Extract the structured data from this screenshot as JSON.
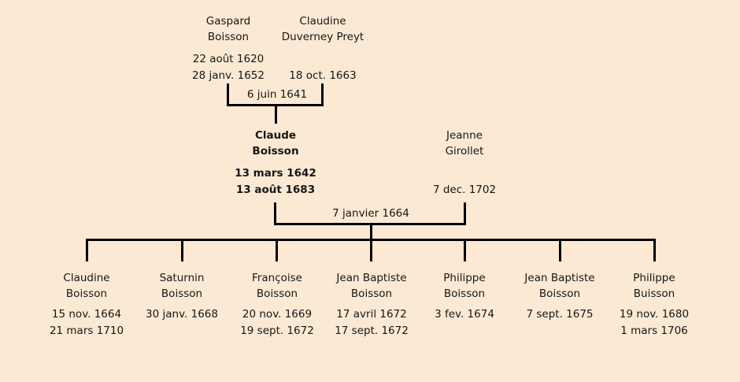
{
  "canvas": {
    "background_color": "#FBE9D4",
    "line_color": "#000000",
    "text_color": "#161616"
  },
  "persons": {
    "gaspard": {
      "name": [
        "Gaspard",
        "Boisson"
      ],
      "dates": [
        "22 août 1620",
        "28 janv. 1652"
      ]
    },
    "claudine_duverney": {
      "name": [
        "Claudine",
        "Duverney Preyt"
      ],
      "dates": [
        "18 oct. 1663"
      ]
    },
    "claude": {
      "name": [
        "Claude",
        "Boisson"
      ],
      "dates": [
        "13 mars 1642",
        "13 août 1683"
      ],
      "emphasis": "bold"
    },
    "jeanne": {
      "name": [
        "Jeanne",
        "Girollet"
      ],
      "dates": [
        "7 dec. 1702"
      ]
    },
    "claudine_child": {
      "name": [
        "Claudine",
        "Boisson"
      ],
      "dates": [
        "15 nov. 1664",
        "21 mars 1710"
      ]
    },
    "saturnin": {
      "name": [
        "Saturnin",
        "Boisson"
      ],
      "dates": [
        "30 janv. 1668"
      ]
    },
    "francoise": {
      "name": [
        "Françoise",
        "Boisson"
      ],
      "dates": [
        "20 nov. 1669",
        "19 sept. 1672"
      ]
    },
    "jean_baptiste_1": {
      "name": [
        "Jean Baptiste",
        "Boisson"
      ],
      "dates": [
        "17 avril 1672",
        "17 sept. 1672"
      ]
    },
    "philippe_1": {
      "name": [
        "Philippe",
        "Boisson"
      ],
      "dates": [
        "3 fev. 1674"
      ]
    },
    "jean_baptiste_2": {
      "name": [
        "Jean Baptiste",
        "Boisson"
      ],
      "dates": [
        "7 sept. 1675"
      ]
    },
    "philippe_2": {
      "name": [
        "Philippe",
        "Buisson"
      ],
      "dates": [
        "19 nov. 1680",
        "1 mars 1706"
      ]
    }
  },
  "marriages": {
    "marriage1": {
      "date": "6 juin 1641"
    },
    "marriage2": {
      "date": "7 janvier 1664"
    }
  }
}
